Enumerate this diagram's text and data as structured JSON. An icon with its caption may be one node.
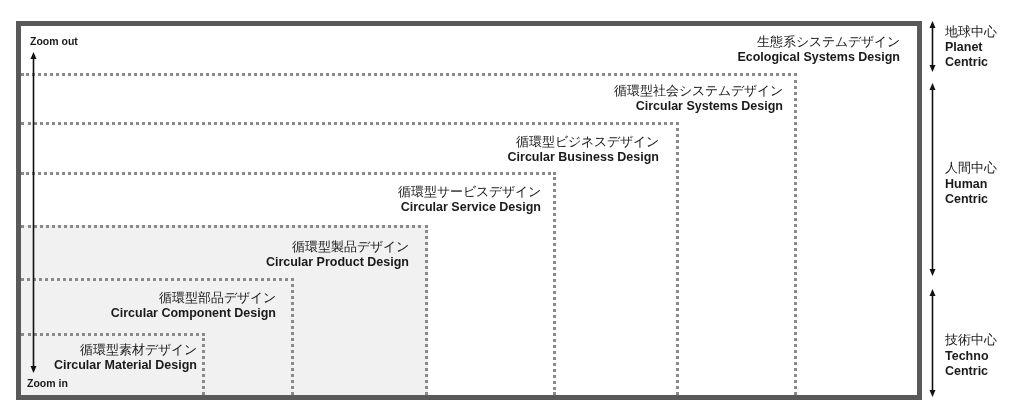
{
  "diagram": {
    "nodes": [
      {
        "text": [
          "生態系システムデザイン",
          "Ecological Systems Design"
        ]
      },
      {
        "text": [
          "循環型社会システムデザイン",
          "Circular Systems Design"
        ],
        "in": 0
      },
      {
        "text": [
          "循環型ビジネスデザイン",
          "Circular Business Design"
        ],
        "in": 1
      },
      {
        "text": [
          "循環型サービスデザイン",
          "Circular Service Design"
        ],
        "in": 2
      },
      {
        "text": [
          "循環型製品デザイン",
          "Circular Product Design"
        ],
        "in": 3
      },
      {
        "text": [
          "循環型部品デザイン",
          "Circular Component Design"
        ],
        "in": 4
      },
      {
        "text": [
          "循環型素材デザイン",
          "Circular Material Design"
        ],
        "in": 5
      }
    ],
    "labels": [
      "Zoom out",
      "Zoom in",
      "地球中心",
      "Planet Centric",
      "人間中心",
      "Human Centric",
      "技術中心",
      "Techno Centric"
    ]
  }
}
